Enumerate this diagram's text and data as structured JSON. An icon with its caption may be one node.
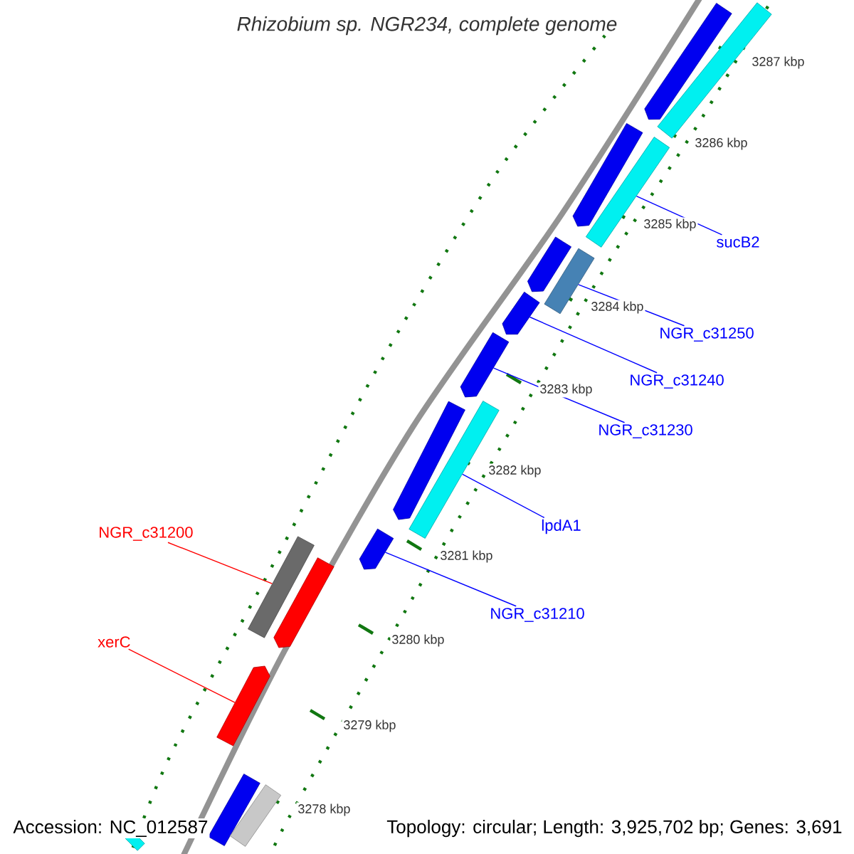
{
  "diagram": {
    "title": "Rhizobium sp. NGR234, complete genome",
    "nodes": [
      {
        "text": [
          "sucB2"
        ]
      },
      {
        "text": [],
        "shape": "bar"
      },
      {
        "text": [
          "NGR_c31250"
        ]
      },
      {
        "text": [],
        "shape": "bar"
      },
      {
        "text": [
          "NGR_c31240"
        ]
      },
      {
        "text": [],
        "shape": "arrow"
      },
      {
        "text": [
          "NGR_c31230"
        ]
      },
      {
        "text": [],
        "shape": "arrow"
      },
      {
        "text": [
          "lpdA1"
        ]
      },
      {
        "text": [],
        "shape": "bar"
      },
      {
        "text": [
          "NGR_c31200"
        ]
      },
      {
        "text": [],
        "shape": "bar"
      },
      {
        "text": [
          "NGR_c31210"
        ]
      },
      {
        "text": [],
        "shape": "arrow"
      },
      {
        "text": [
          "xerC"
        ]
      },
      {
        "text": [],
        "shape": "arrow"
      },
      {
        "text": [],
        "shape": "arrow"
      },
      {
        "text": [],
        "shape": "bar"
      },
      {
        "text": [],
        "shape": "arrow"
      },
      {
        "text": [],
        "shape": "arrow"
      },
      {
        "text": [],
        "shape": "arrow"
      },
      {
        "text": [],
        "shape": "arrow"
      },
      {
        "text": [],
        "shape": "bar"
      },
      {
        "text": [],
        "shape": "bar"
      },
      {
        "text": [],
        "shape": "bar"
      }
    ],
    "edges": [
      {
        "from": 0,
        "to": 1,
        "arrow": "none"
      },
      {
        "from": 2,
        "to": 3,
        "arrow": "none"
      },
      {
        "from": 4,
        "to": 5,
        "arrow": "none"
      },
      {
        "from": 6,
        "to": 7,
        "arrow": "none"
      },
      {
        "from": 8,
        "to": 9,
        "arrow": "none"
      },
      {
        "from": 10,
        "to": 11,
        "arrow": "none",
        "color": "#ff0000"
      },
      {
        "from": 12,
        "to": 13,
        "arrow": "none"
      },
      {
        "from": 14,
        "to": 15,
        "arrow": "none",
        "color": "#ff0000"
      }
    ],
    "labels": [
      "3287 kbp",
      "3286 kbp",
      "3285 kbp",
      "3284 kbp",
      "3283 kbp",
      "3282 kbp",
      "3281 kbp",
      "3280 kbp",
      "3279 kbp",
      "3278 kbp",
      "Accession: NC_012587",
      "Topology: circular; Length: 3,925,702 bp; Genes: 3,691"
    ]
  }
}
